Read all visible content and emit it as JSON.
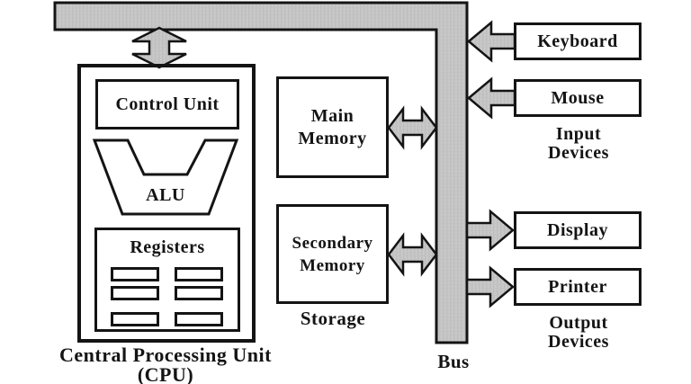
{
  "colors": {
    "outline": "#141414",
    "bus_fill": "#c9c9c9",
    "bus_hatch": "#bdbdbd",
    "background": "#ffffff"
  },
  "cpu": {
    "control_unit_label": "Control Unit",
    "alu_label": "ALU",
    "registers_label": "Registers",
    "caption_line1": "Central Processing Unit",
    "caption_line2": "(CPU)"
  },
  "memory": {
    "main_line1": "Main",
    "main_line2": "Memory",
    "secondary_line1": "Secondary",
    "secondary_line2": "Memory",
    "storage_caption": "Storage"
  },
  "bus": {
    "caption": "Bus"
  },
  "input_devices": {
    "items": [
      {
        "label": "Keyboard"
      },
      {
        "label": "Mouse"
      }
    ],
    "caption_line1": "Input",
    "caption_line2": "Devices"
  },
  "output_devices": {
    "items": [
      {
        "label": "Display"
      },
      {
        "label": "Printer"
      }
    ],
    "caption_line1": "Output",
    "caption_line2": "Devices"
  }
}
